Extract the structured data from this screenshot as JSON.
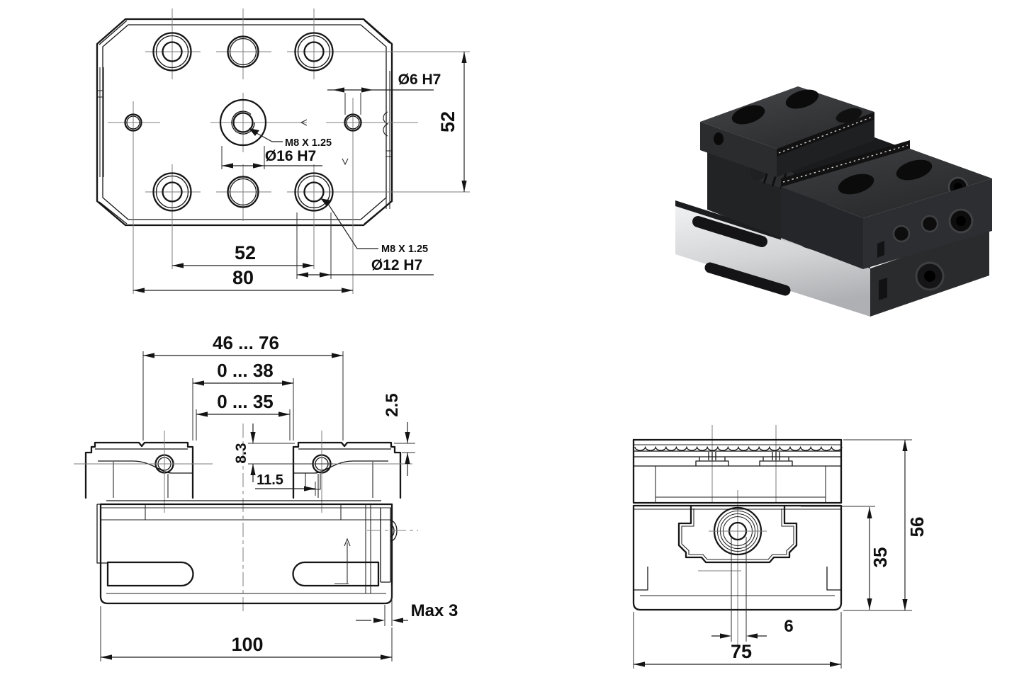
{
  "drawing": {
    "type": "technical-drawing",
    "subject": "self-centering machine vise",
    "background": "#ffffff",
    "line_color": "#161616",
    "centerline_color": "#7d7d7d",
    "render_colors": {
      "jaw_dark": "#2e2f31",
      "jaw_top": "#3a3b3d",
      "serration_strip": "#121213",
      "base_light": "#d9dadc",
      "base_dark": "#28292b",
      "hole": "#0b0b0c"
    },
    "top_view": {
      "dia6": "Ø6 H7",
      "height52": "52",
      "m8_center": "M8 X 1.25",
      "dia16": "Ø16 H7",
      "width52": "52",
      "width80": "80",
      "m8_corner": "M8 X 1.25",
      "dia12": "Ø12 H7"
    },
    "front_view": {
      "range_outer": "46 ... 76",
      "range_jaw": "0 ... 38",
      "range_insert": "0 ... 35",
      "insert_height": "2.5",
      "clamp_depth": "8.3",
      "jaw_step": "11.5",
      "max_protrusion": "Max 3",
      "overall_width": "100"
    },
    "side_view": {
      "overall_height": "56",
      "body_height": "35",
      "screw_bore": "6",
      "overall_depth": "75"
    }
  }
}
